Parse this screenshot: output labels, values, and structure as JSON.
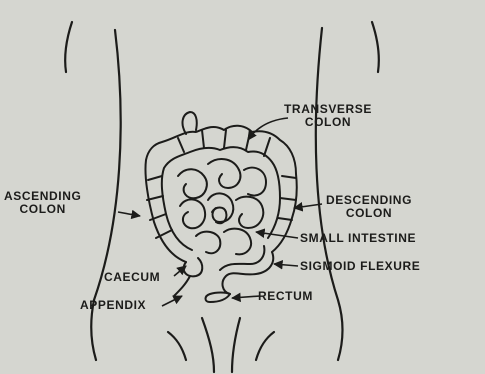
{
  "labels": {
    "transverse_colon": [
      "TRANSVERSE",
      "COLON"
    ],
    "ascending_colon": [
      "ASCENDING",
      "COLON"
    ],
    "descending_colon": [
      "DESCENDING",
      "COLON"
    ],
    "small_intestine": "SMALL INTESTINE",
    "caecum": "CAECUM",
    "sigmoid_flexure": "SIGMOID FLEXURE",
    "appendix": "APPENDIX",
    "rectum": "RECTUM"
  },
  "colors": {
    "background": "#d5d6d0",
    "ink": "#1c1c1a"
  }
}
